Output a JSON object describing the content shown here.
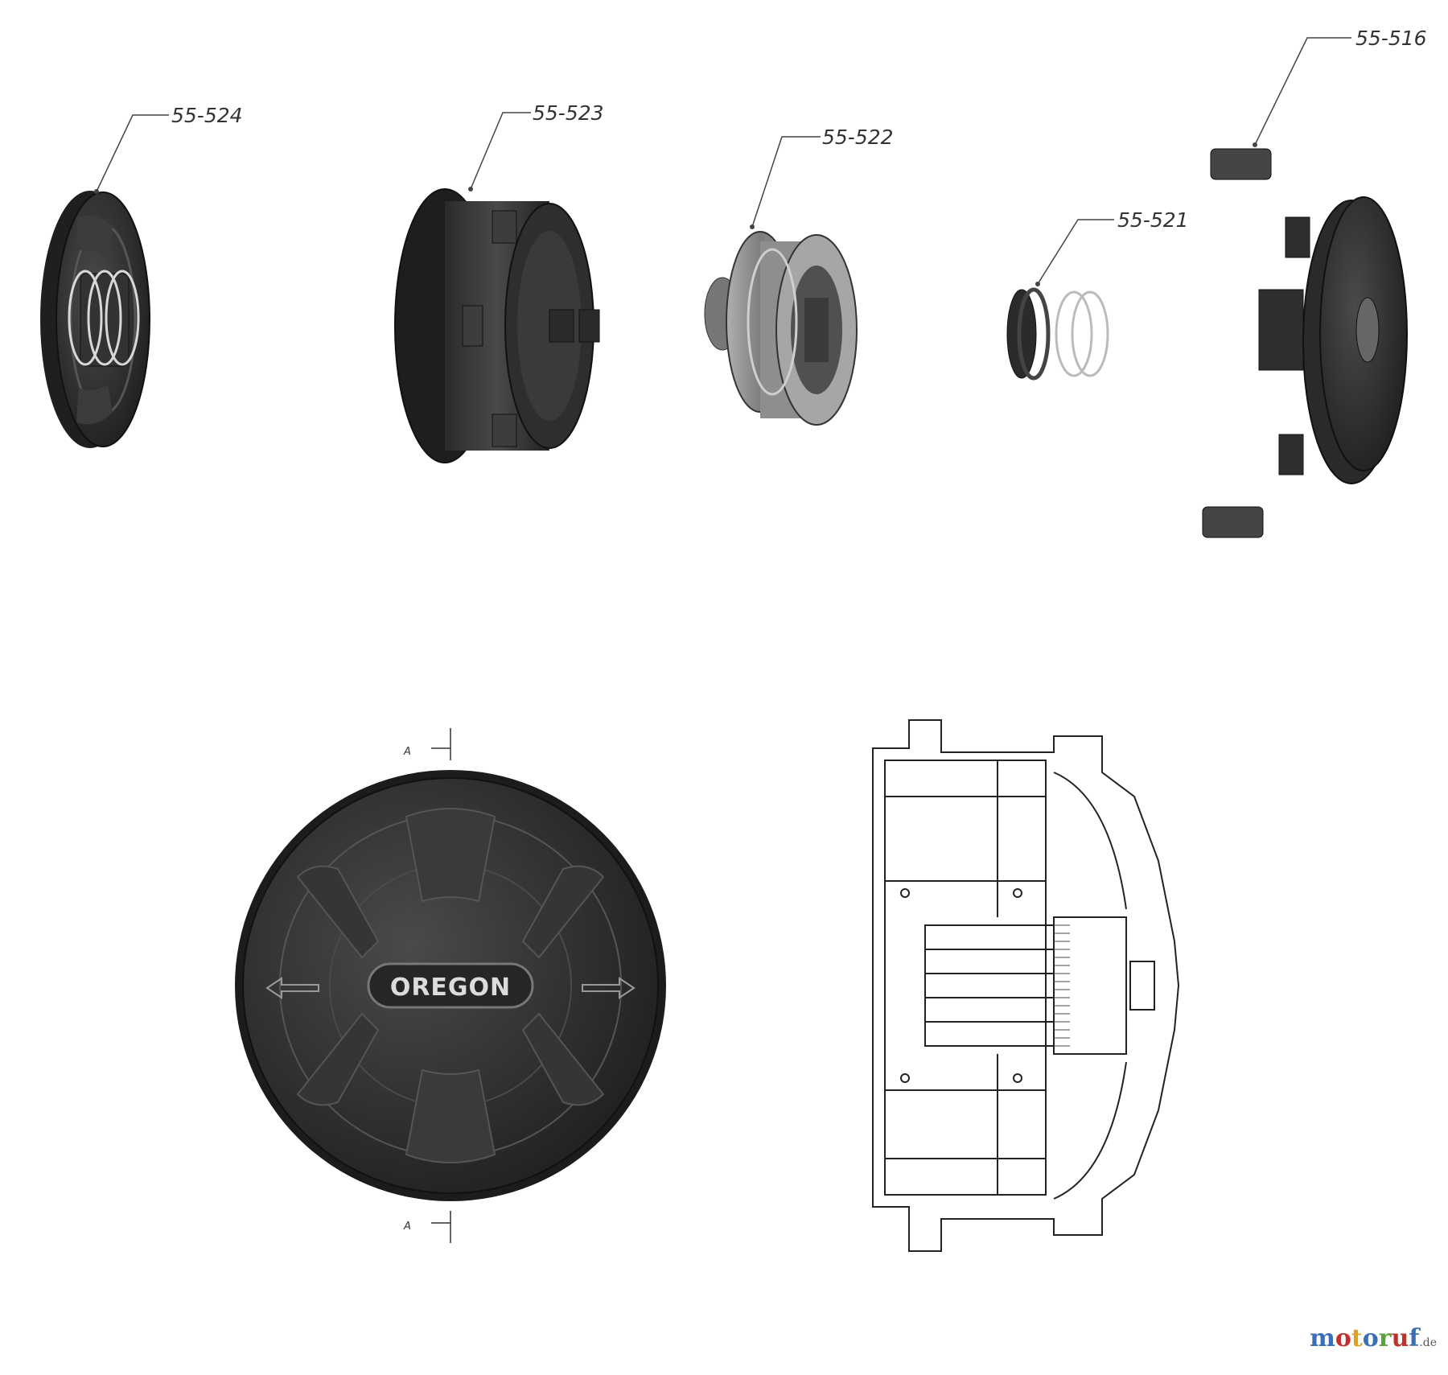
{
  "callouts": {
    "part_524": "55-524",
    "part_523": "55-523",
    "part_522": "55-522",
    "part_521": "55-521",
    "part_516": "55-516"
  },
  "front_view": {
    "brand": "OREGON",
    "section_mark_top": "A",
    "section_mark_bottom": "A"
  },
  "watermark": {
    "parts": [
      "m",
      "o",
      "t",
      "o",
      "r",
      "u",
      "f"
    ],
    "colors": [
      "#3a6fb5",
      "#c2302c",
      "#e0a21e",
      "#3a6fb5",
      "#5aa33a",
      "#c2302c",
      "#3a6fb5"
    ],
    "tld": ".de"
  },
  "colors": {
    "part_dark": "#2b2b2b",
    "part_mid": "#3c3c3c",
    "part_light": "#8c8c8c",
    "line": "#222222"
  }
}
